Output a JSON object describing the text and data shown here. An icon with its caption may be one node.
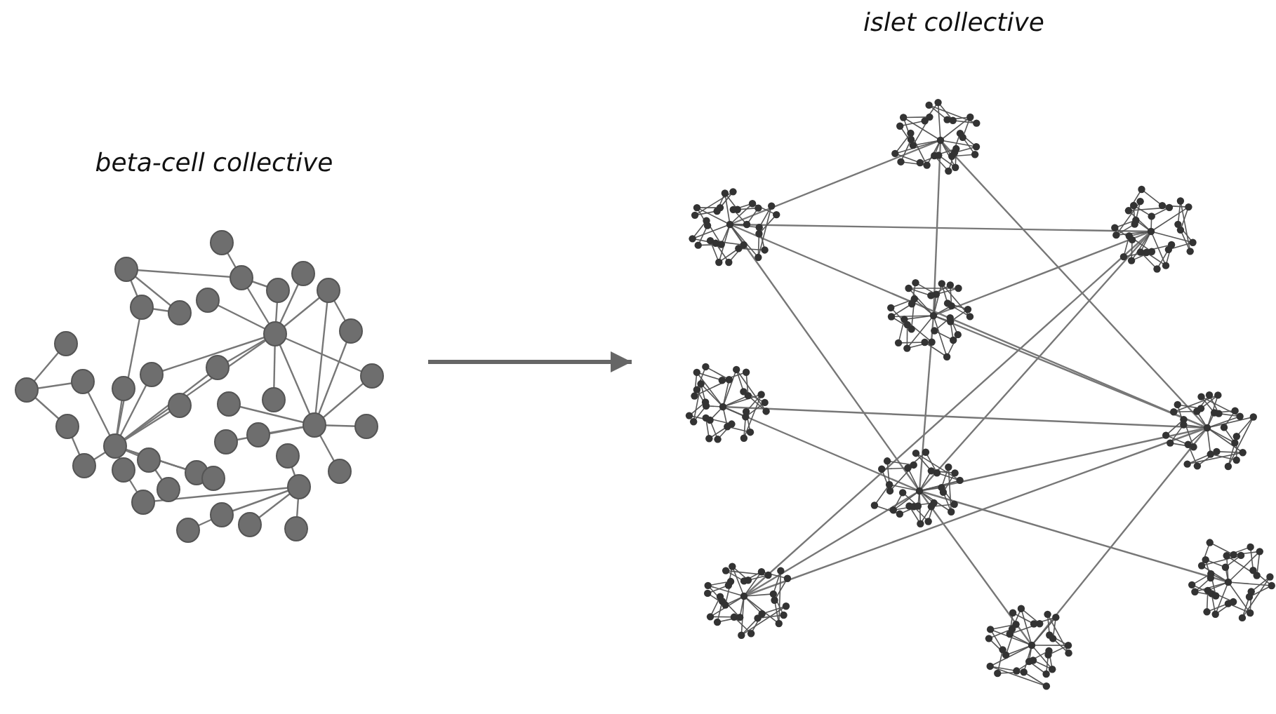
{
  "diagram": {
    "nodes": [
      {
        "text": [
          "beta-cell collective"
        ]
      },
      {
        "text": [
          "islet collective"
        ]
      }
    ],
    "edges": [
      {
        "from": 0,
        "to": 1,
        "arrow": "to"
      }
    ]
  }
}
